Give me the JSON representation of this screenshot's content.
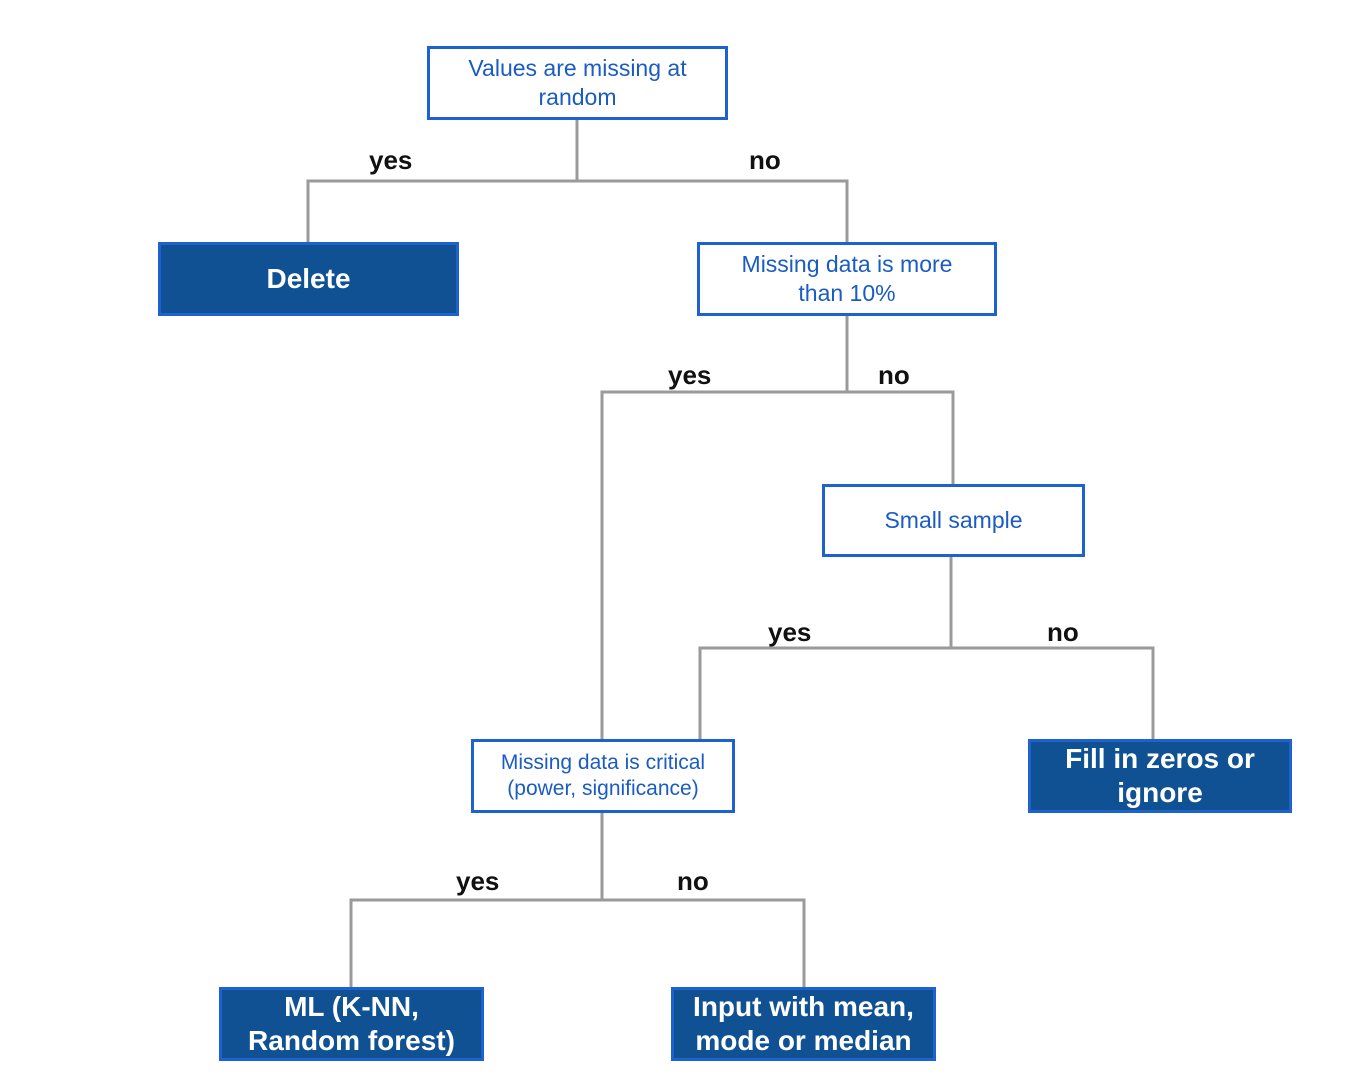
{
  "nodes": {
    "random": "Values are missing at random",
    "delete": "Delete",
    "more_than_10": "Missing data is more than 10%",
    "small_sample": "Small sample",
    "critical": "Missing data is critical (power,  significance)",
    "fill_zeros": "Fill in zeros or ignore",
    "ml": "ML (K-NN, Random forest)",
    "input_mean": "Input with mean, mode or  median"
  },
  "edges": {
    "random_yes": "yes",
    "random_no": "no",
    "more_yes": "yes",
    "more_no": "no",
    "small_yes": "yes",
    "small_no": "no",
    "critical_yes": "yes",
    "critical_no": "no"
  },
  "colors": {
    "question_border": "#1e62d2",
    "question_text": "#1a5bc4",
    "outcome_fill": "#0f5193",
    "connector": "#9a9a9a"
  }
}
